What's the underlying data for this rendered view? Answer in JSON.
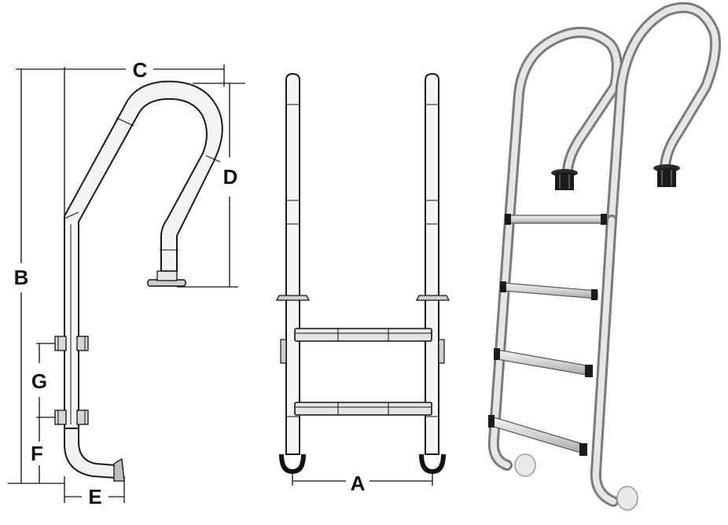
{
  "labels": {
    "A": "A",
    "B": "B",
    "C": "C",
    "D": "D",
    "E": "E",
    "F": "F",
    "G": "G"
  },
  "colors": {
    "line": "#111111",
    "steel_light": "#e6e6e6",
    "steel_mid": "#b9b9b9",
    "steel_dark": "#6e6e6e",
    "tread": "#d9d9d9",
    "cap": "#1b1b1b",
    "foot_pad": "#e9e9e9"
  }
}
